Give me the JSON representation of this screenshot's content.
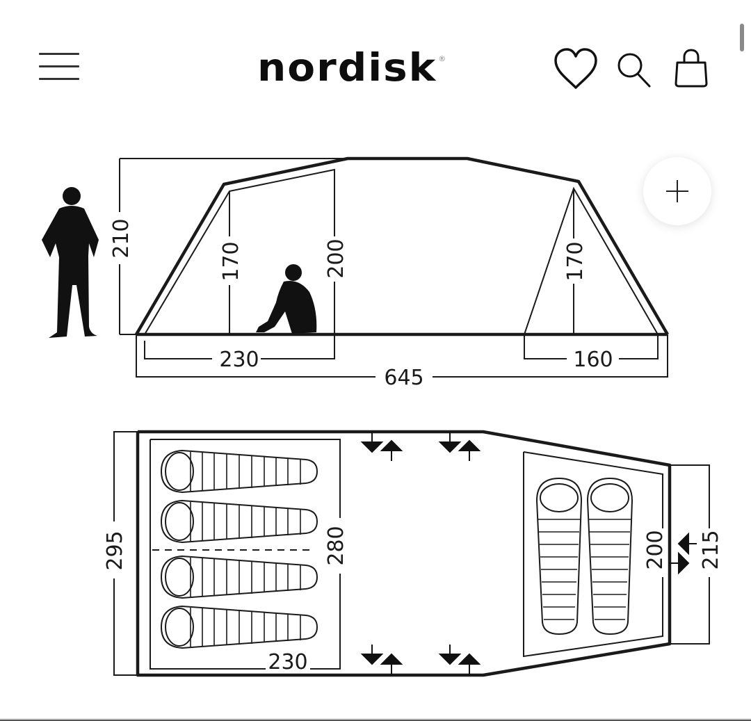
{
  "header": {
    "brand": "nordisk",
    "brand_mark": "®",
    "icons": [
      "menu-icon",
      "heart-icon",
      "search-icon",
      "bag-icon"
    ]
  },
  "image_viewer": {
    "zoom_button": "+"
  },
  "side_view": {
    "total_length": "645",
    "max_height": "210",
    "cabin_left_height_low": "170",
    "cabin_left_height_high": "200",
    "cabin_left_length": "230",
    "cabin_right_height": "170",
    "cabin_right_length": "160"
  },
  "floor_plan": {
    "total_width": "295",
    "left_bedroom_width": "280",
    "left_bedroom_length": "230",
    "right_bedroom_width": "200",
    "end_width": "215",
    "left_sleeping_bags": 4,
    "right_sleeping_bags": 2
  }
}
